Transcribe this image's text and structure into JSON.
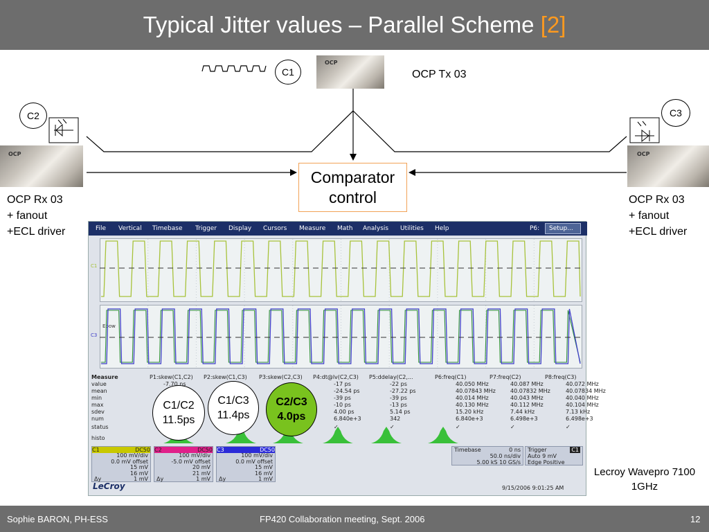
{
  "title": {
    "main": "Typical Jitter values – Parallel Scheme ",
    "ref": "[2]"
  },
  "diagram": {
    "c1": "C1",
    "c2": "C2",
    "c3": "C3",
    "tx_label": "OCP Tx 03",
    "rx_left": {
      "line1": "OCP Rx 03",
      "line2": "+ fanout",
      "line3": "+ECL driver"
    },
    "rx_right": {
      "line1": "OCP Rx 03",
      "line2": "+ fanout",
      "line3": "+ECL driver"
    },
    "comparator": {
      "line1": "Comparator",
      "line2": "control"
    },
    "device_tags": {
      "tx": "OCP",
      "rx_left": "OCP",
      "rx_right": "OCP"
    }
  },
  "scope": {
    "menu": [
      "File",
      "Vertical",
      "Timebase",
      "Trigger",
      "Display",
      "Cursors",
      "Measure",
      "Math",
      "Analysis",
      "Utilities",
      "Help"
    ],
    "p6": "P6:",
    "setup": "Setup...",
    "ch_marker_top": "C1",
    "ch_marker_bottom": "C3",
    "edge_marker": "Ebow",
    "measure": {
      "row_labels": [
        "Measure",
        "value",
        "mean",
        "min",
        "max",
        "sdev",
        "num",
        "status",
        "histo"
      ],
      "columns": [
        {
          "header": "P1:skew(C1,C2)",
          "cells": [
            "-7.70 ns",
            "",
            "",
            "",
            "",
            "",
            ""
          ]
        },
        {
          "header": "P2:skew(C1,C3)",
          "cells": [
            "",
            "",
            "",
            "",
            "",
            "",
            ""
          ]
        },
        {
          "header": "P3:skew(C2,C3)",
          "cells": [
            "",
            "",
            "",
            "",
            "",
            "",
            ""
          ]
        },
        {
          "header": "P4:dt@lv(C2,C3)",
          "cells": [
            "-17 ps",
            "-24.54 ps",
            "-39 ps",
            "-10 ps",
            "4.00 ps",
            "6.840e+3",
            "✓"
          ]
        },
        {
          "header": "P5:ddelay(C2,...",
          "cells": [
            "-22 ps",
            "-27.22 ps",
            "-39 ps",
            "-13 ps",
            "5.14 ps",
            "342",
            "✓"
          ]
        },
        {
          "header": "P6:freq(C1)",
          "cells": [
            "40.050 MHz",
            "40.07843 MHz",
            "40.014 MHz",
            "40.130 MHz",
            "15.20 kHz",
            "6.840e+3",
            "✓"
          ]
        },
        {
          "header": "P7:freq(C2)",
          "cells": [
            "40.087 MHz",
            "40.07832 MHz",
            "40.043 MHz",
            "40.112 MHz",
            "7.44 kHz",
            "6.498e+3",
            "✓"
          ]
        },
        {
          "header": "P8:freq(C3)",
          "cells": [
            "40.072 MHz",
            "40.07834 MHz",
            "40.040 MHz",
            "40.104 MHz",
            "7.13 kHz",
            "6.498e+3",
            "✓"
          ]
        }
      ]
    },
    "channels": [
      {
        "name": "C1",
        "tag": "DC50",
        "color": "#c8c800",
        "rows": [
          "100 mV/div",
          "0.0 mV offset",
          "15 mV",
          "16 mV",
          "1 mV"
        ]
      },
      {
        "name": "C2",
        "tag": "DC50",
        "color": "#e0208a",
        "rows": [
          "100 mV/div",
          "-5.0 mV offset",
          "20 mV",
          "21 mV",
          "1 mV"
        ]
      },
      {
        "name": "C3",
        "tag": "DC50",
        "color": "#2b2bd8",
        "rows": [
          "100 mV/div",
          "0.0 mV offset",
          "15 mV",
          "16 mV",
          "1 mV"
        ]
      }
    ],
    "channel_row_labels": [
      "",
      "",
      "",
      "",
      "Δy"
    ],
    "timebase": {
      "title": "Timebase",
      "value": "0 ns",
      "rows": [
        "50.0 ns/div",
        "5.00 kS   10 GS/s"
      ]
    },
    "trigger": {
      "title": "Trigger",
      "tag": "C1",
      "rows": [
        "Auto   9 mV",
        "Edge   Positive"
      ]
    },
    "brand": "LeCroy",
    "timestamp": "9/15/2006 9:01:25 AM"
  },
  "results": [
    {
      "pair": "C1/C2",
      "value": "11.5ps"
    },
    {
      "pair": "C1/C3",
      "value": "11.4ps"
    },
    {
      "pair": "C2/C3",
      "value": "4.0ps"
    }
  ],
  "instrument": {
    "line1": "Lecroy Wavepro 7100",
    "line2": "1GHz"
  },
  "footer": {
    "left": "Sophie BARON, PH-ESS",
    "center": "FP420 Collaboration meeting, Sept. 2006",
    "page": "12"
  },
  "colors": {
    "title_bar": "#6d6d6d",
    "accent": "#ff9a1f",
    "highlight": "#79c21e",
    "trace_c1": "#a7c23a",
    "trace_c2": "#2f8f3a",
    "trace_c3": "#3f3fc8"
  }
}
